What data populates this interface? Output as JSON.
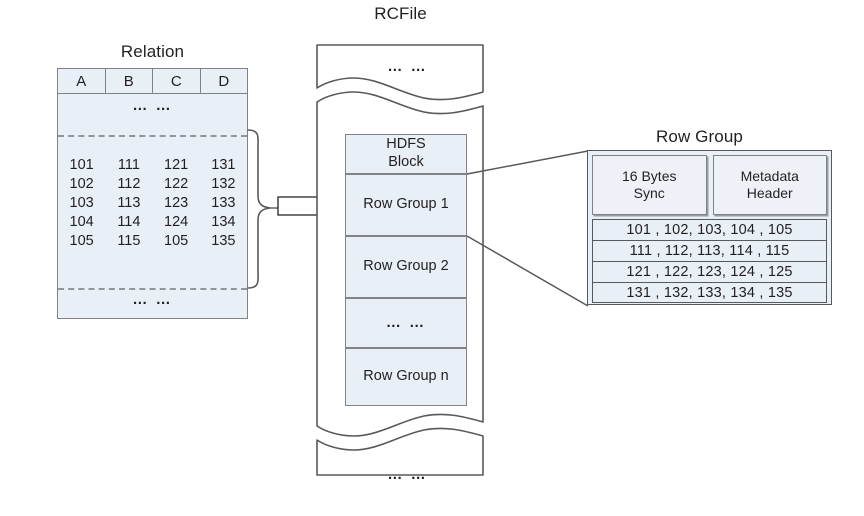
{
  "figure": {
    "relation_title": "Relation",
    "rcfile_title": "RCFile",
    "rowgroup_title": "Row Group"
  },
  "relation": {
    "columns": [
      "A",
      "B",
      "C",
      "D"
    ],
    "dots_top": "… …",
    "dots_bottom": "… …",
    "rows": [
      [
        "101",
        "111",
        "121",
        "131"
      ],
      [
        "102",
        "112",
        "122",
        "132"
      ],
      [
        "103",
        "113",
        "123",
        "133"
      ],
      [
        "104",
        "114",
        "124",
        "134"
      ],
      [
        "105",
        "115",
        "105",
        "135"
      ]
    ]
  },
  "rcfile": {
    "top_dots": "… …",
    "bottom_dots": "… …",
    "blocks": [
      {
        "label": "HDFS\nBlock",
        "line1": "HDFS",
        "line2": "Block"
      },
      {
        "label": "Row Group 1"
      },
      {
        "label": "Row Group 2"
      },
      {
        "label": "… …"
      },
      {
        "label": "Row Group n"
      }
    ]
  },
  "rowgroup": {
    "sync_line1": "16 Bytes",
    "sync_line2": "Sync",
    "metadata_line1": "Metadata",
    "metadata_line2": "Header",
    "data_rows": [
      "101 , 102, 103, 104 , 105",
      "111 , 112, 113, 114 , 115",
      "121 , 122, 123, 124 , 125",
      "131 , 132, 133, 134 , 135"
    ]
  },
  "colors": {
    "fill": "#e9eff7",
    "stroke": "#808285",
    "stroke_dark": "#58595b",
    "text": "#231f20",
    "dashed": "#939598"
  }
}
